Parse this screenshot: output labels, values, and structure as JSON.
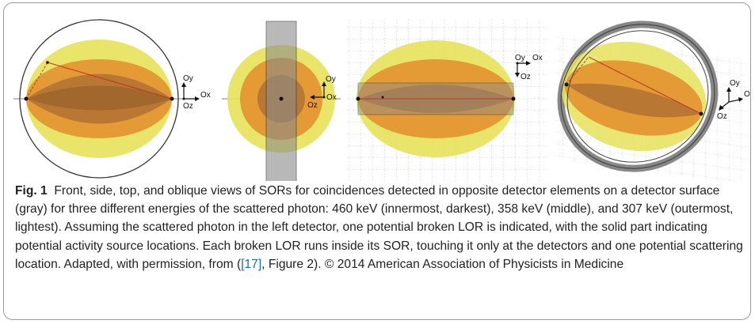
{
  "figure": {
    "axis_labels": {
      "oy": "Oy",
      "ox": "Ox",
      "oz": "Oz"
    },
    "colors": {
      "outer_sor": "#e6e25a",
      "middle_sor": "#e49a35",
      "inner_sor": "#b87834",
      "detector": "#9a9a9a",
      "lor": "#c0392b"
    }
  },
  "caption": {
    "label": "Fig. 1",
    "text_before_ref": "Front, side, top, and oblique views of SORs for coincidences detected in opposite detector elements on a detector surface (gray) for three different energies of the scattered photon: 460 keV (innermost, darkest), 358 keV (middle), and 307 keV (outermost, lightest). Assuming the scattered photon in the left detector, one potential broken LOR is indicated, with the solid part indicating potential activity source locations. Each broken LOR runs inside its SOR, touching it only at the detectors and one potential scattering location. Adapted, with permission, from (",
    "ref": "[17]",
    "text_after_ref": ", Figure 2). © 2014 American Association of Physicists in Medicine"
  }
}
